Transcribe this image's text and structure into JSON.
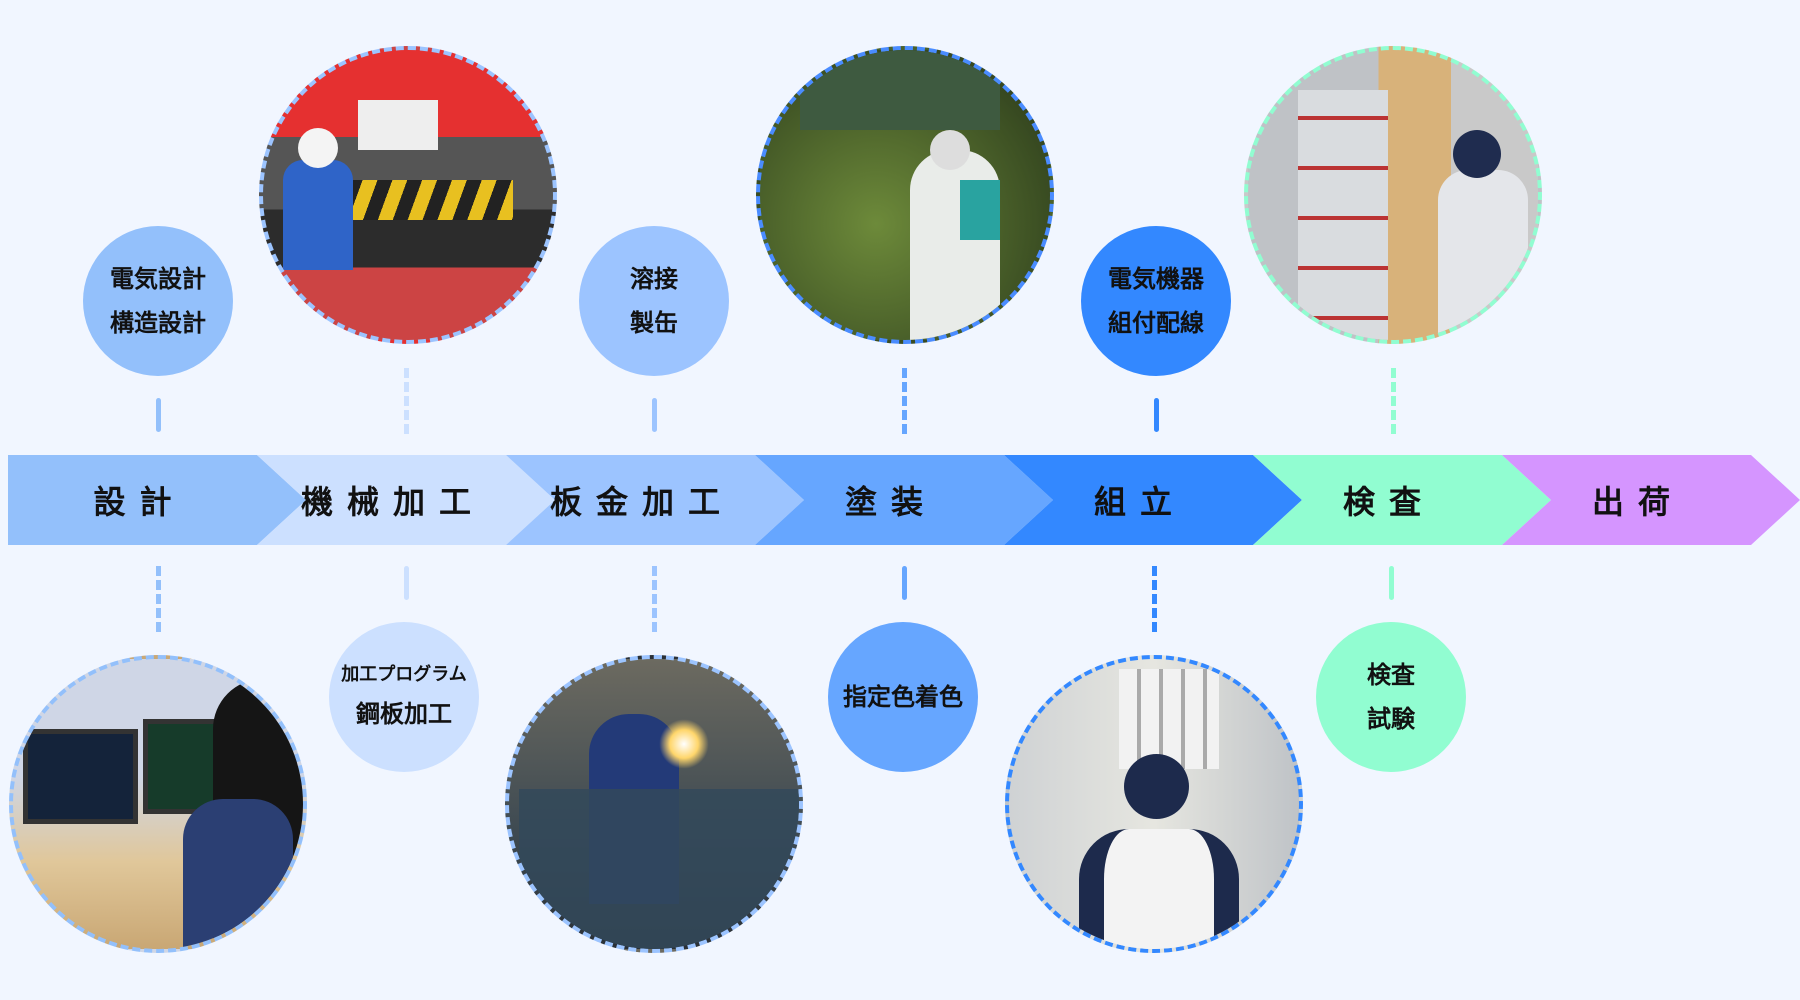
{
  "steps": [
    {
      "label": "設計",
      "color": "#93c0fb"
    },
    {
      "label": "機械加工",
      "color": "#cce0ff"
    },
    {
      "label": "板金加工",
      "color": "#9cc4ff"
    },
    {
      "label": "塗装",
      "color": "#66a6ff"
    },
    {
      "label": "組立",
      "color": "#3388ff"
    },
    {
      "label": "検査",
      "color": "#91fdd1"
    },
    {
      "label": "出荷",
      "color": "#d595ff"
    }
  ],
  "bubbles": {
    "design": {
      "line1": "電気設計",
      "line2": "構造設計"
    },
    "machining": {
      "line1": "加工プログラム",
      "line2": "鋼板加工"
    },
    "sheetmetal": {
      "line1": "溶接",
      "line2": "製缶"
    },
    "painting": {
      "line1": "指定色着色"
    },
    "assembly": {
      "line1": "電気機器",
      "line2": "組付配線"
    },
    "inspection": {
      "line1": "検査",
      "line2": "試験"
    }
  },
  "photos": [
    "design-workstation",
    "press-brake-machining",
    "welding",
    "spray-painting",
    "panel-assembly",
    "panel-inspection"
  ]
}
